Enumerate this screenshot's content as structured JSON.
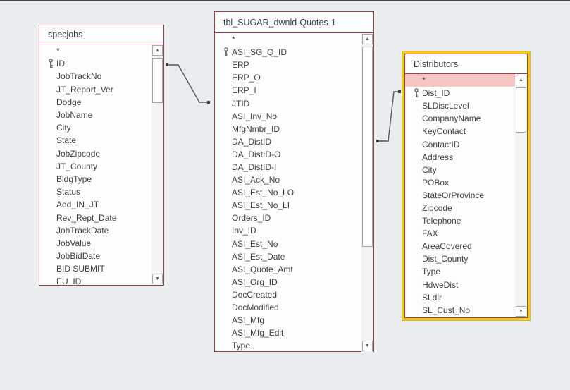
{
  "colors": {
    "canvas_background": "#e9edf0",
    "top_border": "#47484b",
    "table_border": "#9c4145",
    "selected_table_ring": "#f2c811",
    "highlighted_row": "#f6c6c5",
    "relationship_line": "#53565b",
    "text": "#3c3d3f"
  },
  "icons": {
    "primary_key": "key-icon",
    "scroll_up_glyph": "▲",
    "scroll_down_glyph": "▼"
  },
  "tables": [
    {
      "title": "specjobs",
      "selected": false,
      "fields": [
        {
          "name": "*"
        },
        {
          "name": "ID",
          "key": true
        },
        {
          "name": "JobTrackNo"
        },
        {
          "name": "JT_Report_Ver"
        },
        {
          "name": "Dodge"
        },
        {
          "name": "JobName"
        },
        {
          "name": "City"
        },
        {
          "name": "State"
        },
        {
          "name": "JobZipcode"
        },
        {
          "name": "JT_County"
        },
        {
          "name": "BldgType"
        },
        {
          "name": "Status"
        },
        {
          "name": "Add_IN_JT"
        },
        {
          "name": "Rev_Rept_Date"
        },
        {
          "name": "JobTrackDate"
        },
        {
          "name": "JobValue"
        },
        {
          "name": "JobBidDate"
        },
        {
          "name": "BID SUBMIT"
        },
        {
          "name": "EU_ID"
        }
      ]
    },
    {
      "title": "tbl_SUGAR_dwnld-Quotes-1",
      "selected": false,
      "fields": [
        {
          "name": "*"
        },
        {
          "name": "ASI_SG_Q_ID",
          "key": true
        },
        {
          "name": "ERP"
        },
        {
          "name": "ERP_O"
        },
        {
          "name": "ERP_I"
        },
        {
          "name": "JTID"
        },
        {
          "name": "ASI_Inv_No"
        },
        {
          "name": "MfgNmbr_ID"
        },
        {
          "name": "DA_DistID"
        },
        {
          "name": "DA_DistID-O"
        },
        {
          "name": "DA_DistID-I"
        },
        {
          "name": "ASI_Ack_No"
        },
        {
          "name": "ASI_Est_No_LO"
        },
        {
          "name": "ASI_Est_No_LI"
        },
        {
          "name": "Orders_ID"
        },
        {
          "name": "Inv_ID"
        },
        {
          "name": "ASI_Est_No"
        },
        {
          "name": "ASI_Est_Date"
        },
        {
          "name": "ASI_Quote_Amt"
        },
        {
          "name": "ASI_Org_ID"
        },
        {
          "name": "DocCreated"
        },
        {
          "name": "DocModified"
        },
        {
          "name": "ASI_Mfg"
        },
        {
          "name": "ASI_Mfg_Edit"
        },
        {
          "name": "Type"
        }
      ]
    },
    {
      "title": "Distributors",
      "selected": true,
      "fields": [
        {
          "name": "*",
          "highlighted": true
        },
        {
          "name": "Dist_ID",
          "key": true
        },
        {
          "name": "SLDiscLevel"
        },
        {
          "name": "CompanyName"
        },
        {
          "name": "KeyContact"
        },
        {
          "name": "ContactID"
        },
        {
          "name": "Address"
        },
        {
          "name": "City"
        },
        {
          "name": "POBox"
        },
        {
          "name": "StateOrProvince"
        },
        {
          "name": "Zipcode"
        },
        {
          "name": "Telephone"
        },
        {
          "name": "FAX"
        },
        {
          "name": "AreaCovered"
        },
        {
          "name": "Dist_County"
        },
        {
          "name": "Type"
        },
        {
          "name": "HdweDist"
        },
        {
          "name": "SLdlr"
        },
        {
          "name": "SL_Cust_No"
        }
      ]
    }
  ],
  "relationships": [
    {
      "from_table": "specjobs",
      "from_field": "ID",
      "to_table": "tbl_SUGAR_dwnld-Quotes-1",
      "to_field": "JTID",
      "points": [
        [
          237,
          90
        ],
        [
          253,
          90
        ],
        [
          283,
          143
        ],
        [
          296,
          143
        ]
      ]
    },
    {
      "from_table": "tbl_SUGAR_dwnld-Quotes-1",
      "from_field": "DA_DistID",
      "to_table": "Distributors",
      "to_field": "Dist_ID",
      "points": [
        [
          536,
          198
        ],
        [
          551,
          198
        ],
        [
          559,
          128
        ],
        [
          567,
          128
        ]
      ]
    }
  ]
}
